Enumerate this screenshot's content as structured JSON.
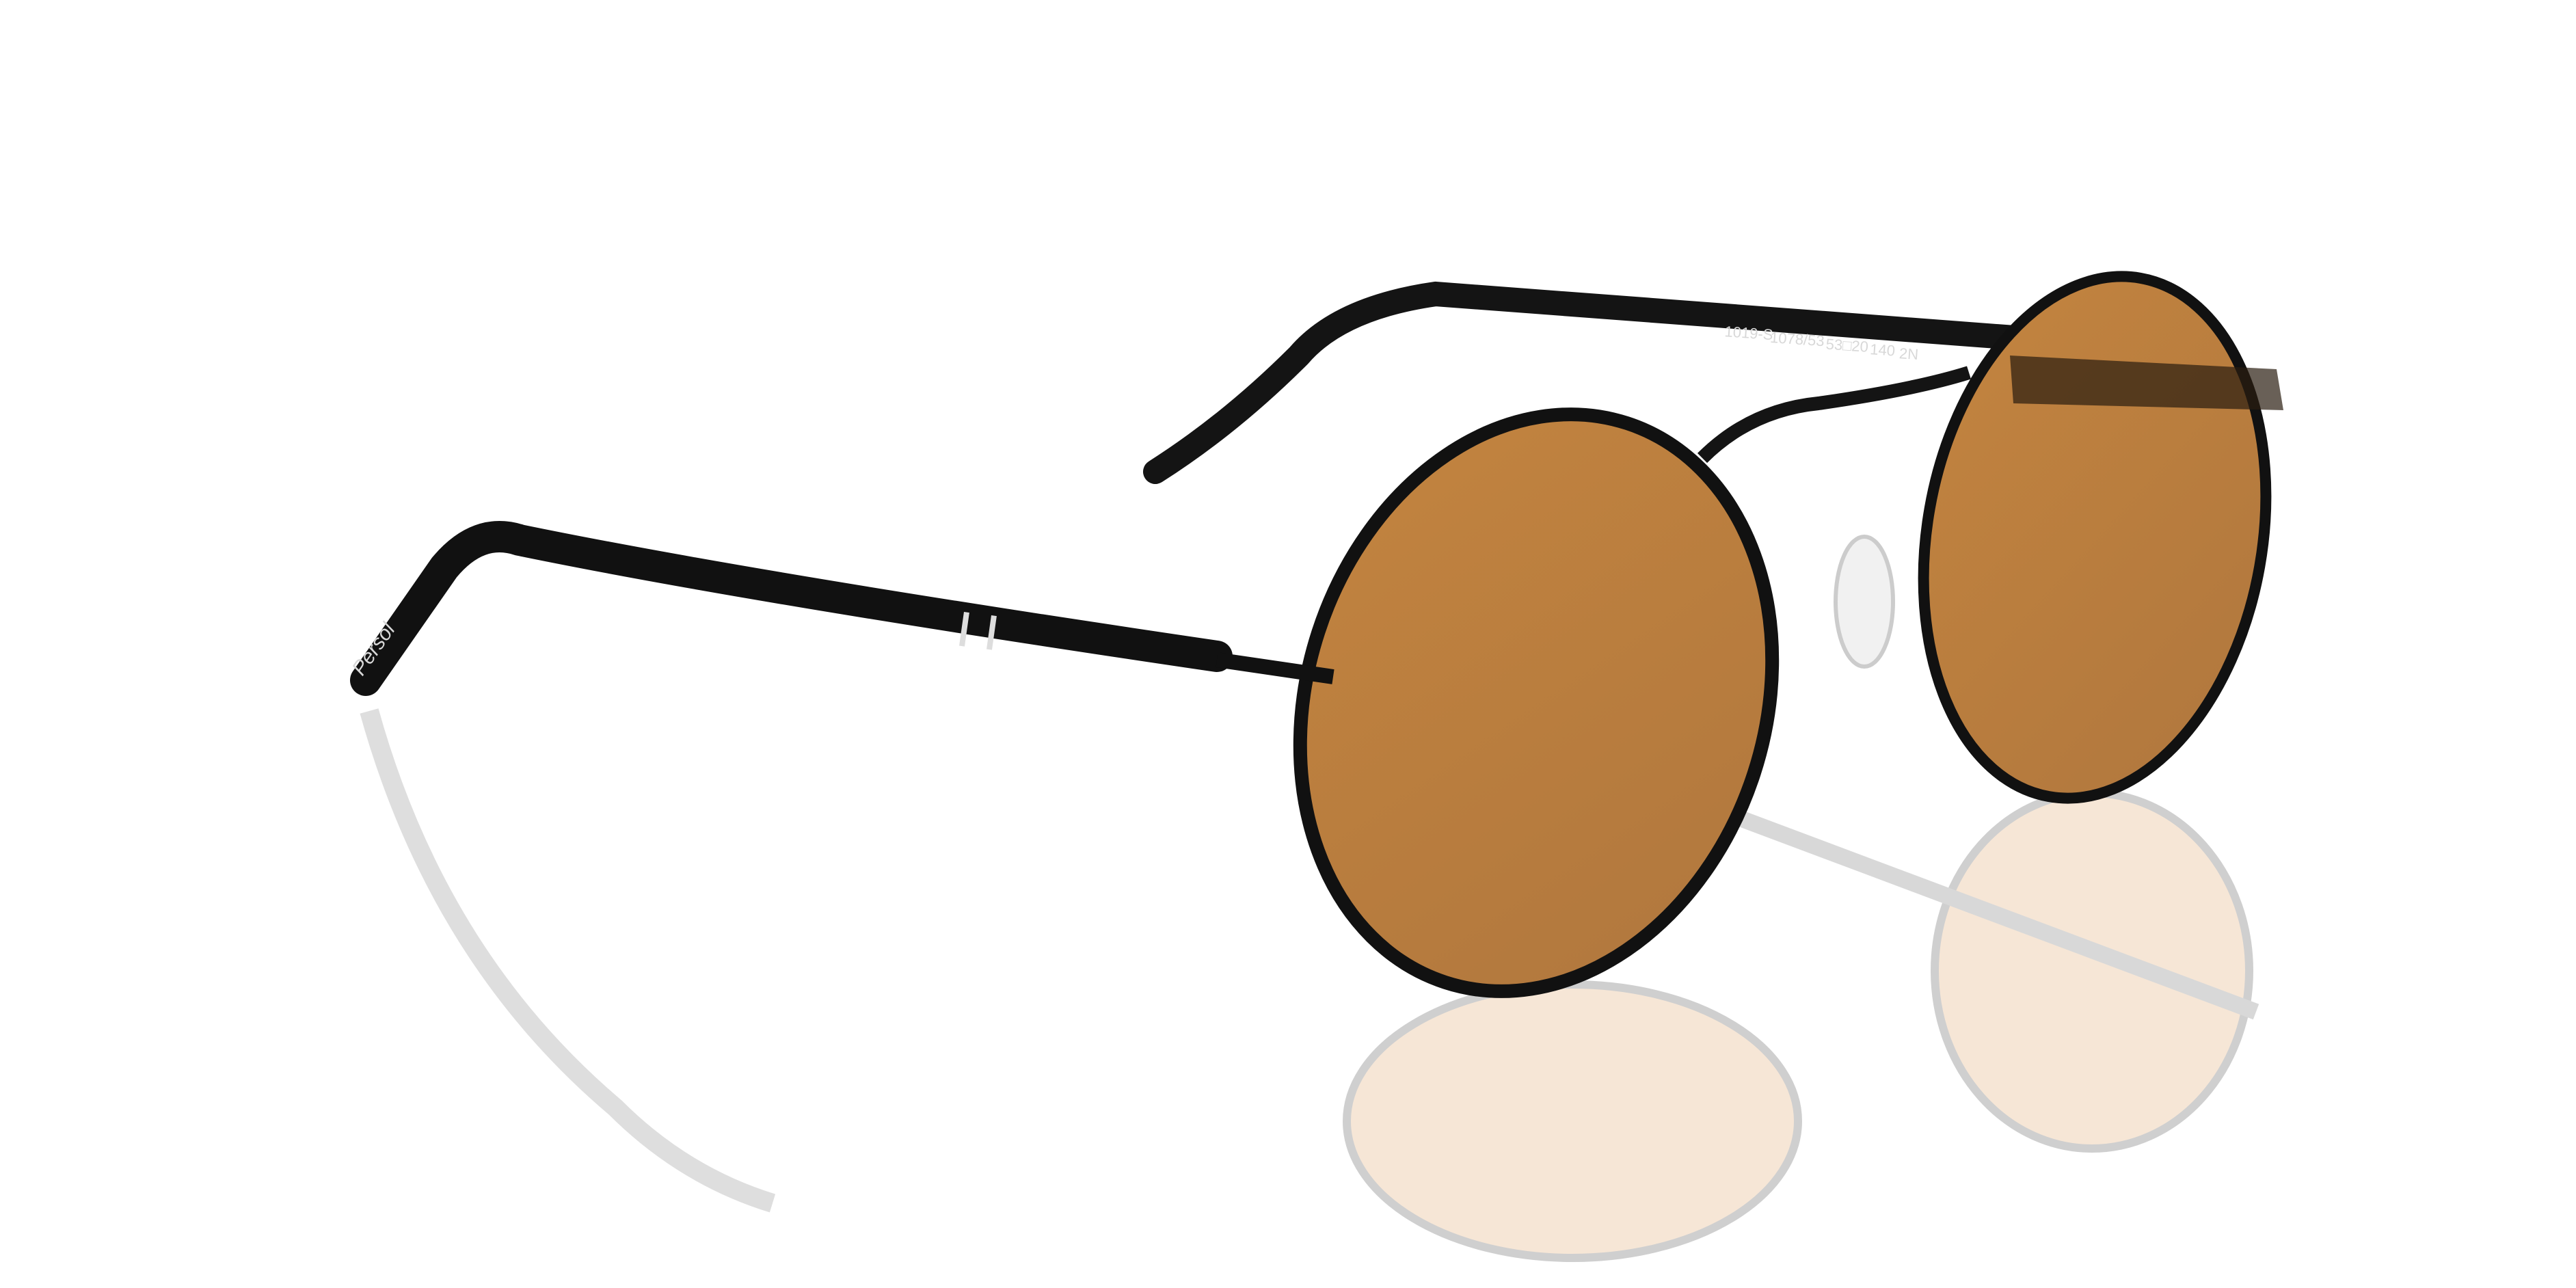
{
  "product": {
    "temple_inscription": {
      "model": "1019-S",
      "color_code": "1078/53",
      "size": "53□20",
      "temple_length": "140",
      "category": "2N"
    },
    "logo": "Persol"
  },
  "colors": {
    "frame": "#111111",
    "lens": "#b87d41",
    "background": "#ffffff"
  }
}
